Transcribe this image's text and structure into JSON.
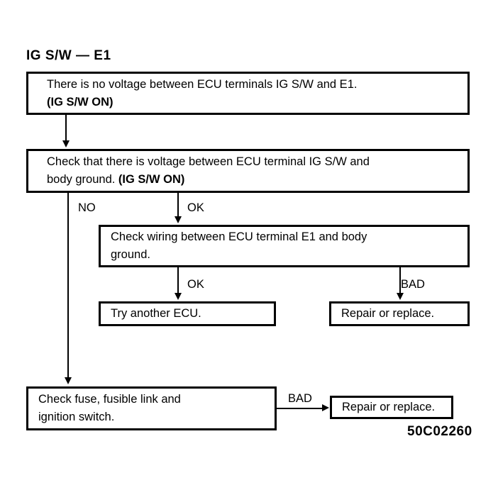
{
  "diagram": {
    "title": "IG S/W — E1",
    "figure_id": "50C02260",
    "type": "troubleshooting-flowchart",
    "ink_color": "#000000",
    "background_color": "#ffffff"
  },
  "nodes": {
    "symptom": {
      "id": "symptom",
      "line1": "There is no voltage between ECU terminals IG S/W and E1.",
      "line2": "(IG S/W ON)"
    },
    "check_ig_voltage": {
      "id": "check-ig-voltage",
      "line1": "Check that there is voltage between ECU terminal IG S/W and",
      "line2a": "body ground. ",
      "line2b": "(IG S/W ON)"
    },
    "check_e1_wiring": {
      "id": "check-e1-wiring",
      "line1": "Check wiring between ECU terminal E1 and body",
      "line2": "ground."
    },
    "try_another_ecu": {
      "id": "try-another-ecu",
      "line1": "Try another ECU."
    },
    "repair_or_replace_right": {
      "id": "repair-or-replace-right",
      "line1": "Repair or replace."
    },
    "check_fuse": {
      "id": "check-fuse",
      "line1": "Check fuse, fusible link and",
      "line2": "ignition switch."
    },
    "repair_or_replace_bottom": {
      "id": "repair-or-replace-bottom",
      "line1": "Repair or replace."
    }
  },
  "edges": {
    "no_label": "NO",
    "ok_label_top": "OK",
    "ok_label_mid": "OK",
    "bad_label_mid": "BAD",
    "bad_label_bottom": "BAD"
  }
}
